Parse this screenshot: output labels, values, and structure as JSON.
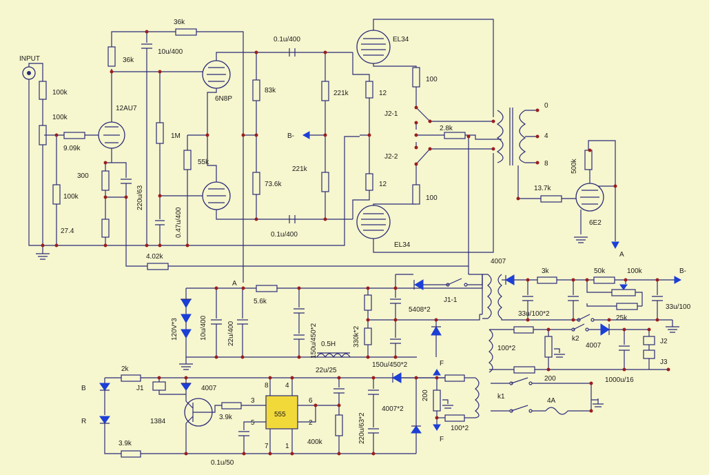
{
  "labels": {
    "input": "INPUT",
    "r_in1": "100k",
    "r_in2": "100k",
    "r_in3": "100k",
    "r_909": "9.09k",
    "tube1": "12AU7",
    "r_36k_a": "36k",
    "r_36k_b": "36k",
    "c_10u400": "10u/400",
    "r_300": "300",
    "r_274": "27.4",
    "c_220u63": "220u/63",
    "r_1m": "1M",
    "c_047u": "0.47u/400",
    "r_55k": "55k",
    "tube2": "6N8P",
    "r_402k": "4.02k",
    "c_01u400_top": "0.1u/400",
    "c_01u400_bot": "0.1u/400",
    "r_83k": "83k",
    "r_736k": "73.6k",
    "r_221k_a": "221k",
    "r_221k_b": "221k",
    "bminus_left": "B-",
    "tube_el34_top": "EL34",
    "tube_el34_bot": "EL34",
    "r_12_a": "12",
    "r_12_b": "12",
    "r_100_a": "100",
    "r_100_b": "100",
    "j21": "J2-1",
    "j22": "J2-2",
    "r_28k": "2.8k",
    "tap0": "0",
    "tap4": "4",
    "tap8": "8",
    "r_500k": "500k",
    "r_137k": "13.7k",
    "tube_6e2": "6E2",
    "node_a_right": "A",
    "node_a_psu": "A",
    "d_4007_top": "4007",
    "r_3k": "3k",
    "r_50k": "50k",
    "r_100k_r": "100k",
    "bminus_right": "B-",
    "c_33u100x2": "33u/100*2",
    "r_25k": "25k",
    "c_33u100": "33u/100",
    "r_56k": "5.6k",
    "z_120v": "120V*3",
    "c_10u400_p": "10u/400",
    "c_22u400": "22u/400",
    "c_150u450x2": "150u/450*2",
    "l_05h": "0.5H",
    "r_330k": "330k*2",
    "c_150u450x2_b": "150u/450*2",
    "d_5408": "5408*2",
    "j11": "J1-1",
    "r_100x2_a": "100*2",
    "k2": "k2",
    "d_4007_mid": "4007",
    "j2": "J2",
    "j3": "J3",
    "r_200_a": "200",
    "c_1000u16": "1000u/16",
    "k1": "k1",
    "fuse": "4A",
    "r_2k": "2k",
    "b_led": "B",
    "r_led": "R",
    "j1": "J1",
    "d_4007_low": "4007",
    "q_1384": "1384",
    "r_39k_a": "3.9k",
    "r_39k_b": "3.9k",
    "c_01u50": "0.1u/50",
    "ic_555": "555",
    "c_22u25": "22u/25",
    "r_400k": "400k",
    "c_220u63x2": "220u/63*2",
    "d_4007x2": "4007*2",
    "r_200_b": "200",
    "r_100x2_b": "100*2",
    "f_top": "F",
    "f_bot": "F",
    "pin8": "8",
    "pin4": "4",
    "pin3": "3",
    "pin6": "6",
    "pin5": "5",
    "pin2": "2",
    "pin7": "7",
    "pin1": "1"
  }
}
